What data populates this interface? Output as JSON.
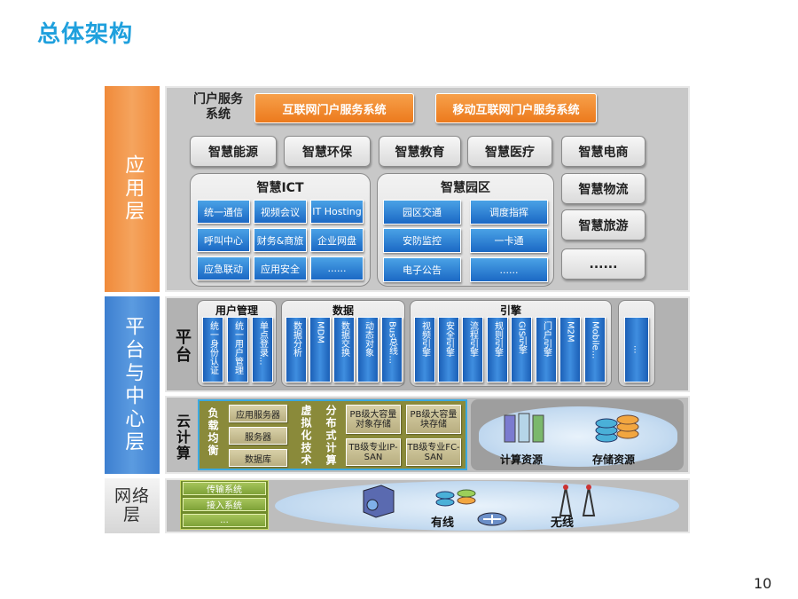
{
  "title": "总体架构",
  "page_number": "10",
  "layers": {
    "app": "应用层",
    "platform": "平台与中心层",
    "network": "网络层"
  },
  "app": {
    "portal_label": "门户服务系统",
    "portal_buttons": [
      "互联网门户服务系统",
      "移动互联网门户服务系统"
    ],
    "row1": [
      "智慧能源",
      "智慧环保",
      "智慧教育",
      "智慧医疗",
      "智慧电商"
    ],
    "ict": {
      "title": "智慧ICT",
      "items": [
        "统一通信",
        "视频会议",
        "IT Hosting",
        "呼叫中心",
        "财务&商旅",
        "企业网盘",
        "应急联动",
        "应用安全",
        "......"
      ]
    },
    "park": {
      "title": "智慧园区",
      "items": [
        "园区交通",
        "调度指挥",
        "安防监控",
        "一卡通",
        "电子公告",
        "......"
      ]
    },
    "right_col": [
      "智慧物流",
      "智慧旅游",
      "......"
    ]
  },
  "platform": {
    "side_label": "平台",
    "groups": [
      {
        "title": "用户管理",
        "items": [
          "统一身份认证",
          "统一用户管理",
          "单点登录..."
        ]
      },
      {
        "title": "数据",
        "items": [
          "数据分析",
          "MDM",
          "数据交换",
          "动态对象",
          "Bus总线..."
        ]
      },
      {
        "title": "引擎",
        "items": [
          "视频引擎",
          "安全引擎",
          "流程引擎",
          "规则引擎",
          "GIS引擎",
          "门户引擎",
          "M2M",
          "Mobile..."
        ]
      }
    ],
    "extra": "..."
  },
  "cloud": {
    "side_label": "云计算",
    "load_balance": "负载均衡",
    "servers": [
      "应用服务器",
      "服务器",
      "数据库"
    ],
    "virtualization": "虚拟化技术",
    "distributed": "分布式计算",
    "storage": [
      "PB级大容量对象存储",
      "PB级大容量块存储",
      "TB级专业IP-SAN",
      "TB级专业FC-SAN"
    ],
    "resources": [
      "计算资源",
      "存储资源"
    ]
  },
  "network": {
    "systems": [
      "传输系统",
      "接入系统",
      "..."
    ],
    "types": [
      "有线",
      "无线"
    ]
  }
}
